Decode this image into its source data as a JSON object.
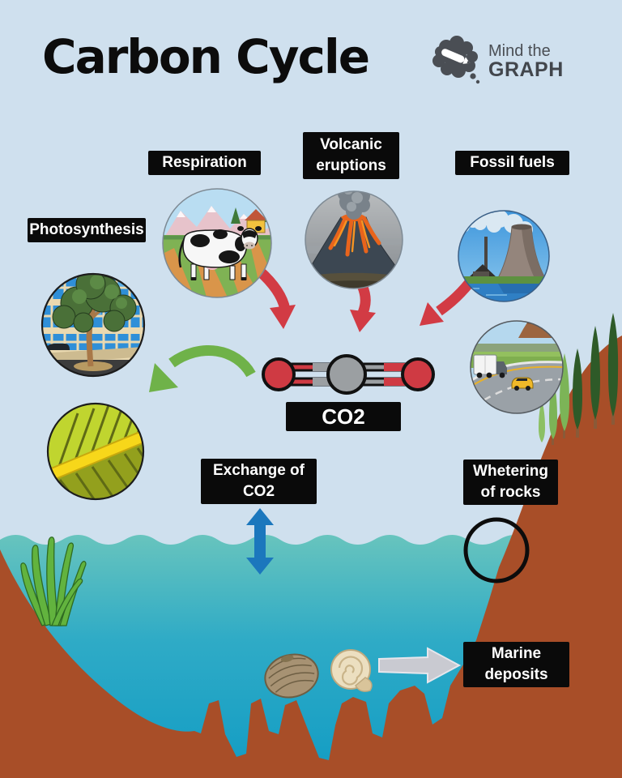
{
  "title": "Carbon Cycle",
  "logo": {
    "name": "Mind the GRAPH",
    "line1": "Mind the",
    "line2": "GRAPH",
    "icon": "brain-pencil-icon"
  },
  "labels": {
    "photosynthesis": "Photosynthesis",
    "respiration": "Respiration",
    "volcanic_line1": "Volcanic",
    "volcanic_line2": "eruptions",
    "fossil_fuels": "Fossil fuels",
    "co2": "CO2",
    "exchange_line1": "Exchange of",
    "exchange_line2": "CO2",
    "whetering_line1": "Whetering",
    "whetering_line2": "of rocks",
    "marine_line1": "Marine",
    "marine_line2": "deposits"
  },
  "illustrations": {
    "respiration": "cow-on-farm-illustration",
    "volcanic_eruptions": "erupting-volcano-illustration",
    "fossil_fuels": "power-plant-illustration",
    "transport": "truck-and-car-on-highway-illustration",
    "photosynthesis": "tree-by-building-illustration",
    "leaf": "leaf-closeup-illustration",
    "co2_molecule": "co2-molecule-red-oxygen-gray-carbon",
    "ocean": "sea-basin-with-seaweed",
    "marine_deposits": "clam-and-snail-shells",
    "weathering": "black-circle-outline-on-rocks"
  },
  "arrows": {
    "respiration_to_co2": "red-curved-arrow",
    "volcano_to_co2": "red-curved-arrow",
    "fossil_to_co2": "red-curved-arrow",
    "co2_to_photosynthesis": "green-curved-arrow",
    "air_sea_exchange": "blue-double-headed-arrow",
    "shells_to_marine_deposits": "gray-block-arrow"
  },
  "colors": {
    "background": "#cfe0ee",
    "label_bg": "#0a0a0a",
    "label_text": "#ffffff",
    "oxygen_red": "#cf3a43",
    "carbon_gray": "#9b9fa2",
    "arrow_red": "#d23b44",
    "arrow_green": "#6fb249",
    "arrow_blue": "#1b77bd",
    "arrow_gray": "#c9cad1",
    "water_top": "#6cc6bd",
    "water_deep": "#129cc4",
    "land": "#a84e28"
  }
}
